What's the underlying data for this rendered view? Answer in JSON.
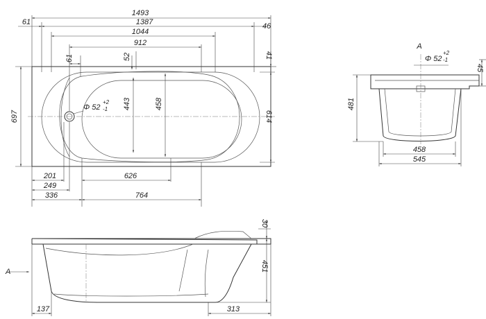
{
  "plan": {
    "overall_length": "1493",
    "right_offset": "46",
    "left_offset": "61",
    "inner_length": "1387",
    "rim_length": "1044",
    "bottom_length": "912",
    "drain_offset_x": "61",
    "drain_offset_y": "52",
    "drain_diameter": "Φ 52",
    "drain_tol_upper": "+2",
    "drain_tol_lower": "-1",
    "height_443": "443",
    "height_458": "458",
    "overall_width": "697",
    "inner_width": "614",
    "rim_offset": "41",
    "dim_201": "201",
    "dim_626": "626",
    "dim_249": "249",
    "dim_336": "336",
    "dim_764": "764"
  },
  "side": {
    "view_label": "A",
    "depth": "481",
    "rim_height": "45",
    "drain_diameter": "Φ 52",
    "drain_tol_upper": "+2",
    "drain_tol_lower": "-1",
    "bottom_width": "458",
    "top_width": "545"
  },
  "front": {
    "view_arrow_label": "A",
    "headrest_height": "30",
    "height": "451",
    "left_offset": "137",
    "right_offset": "313"
  }
}
